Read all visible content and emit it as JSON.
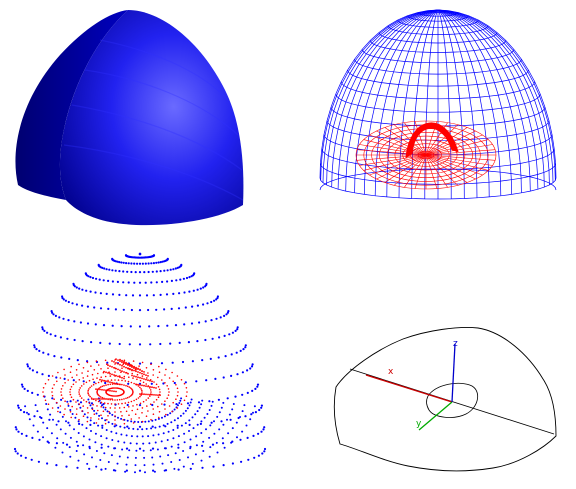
{
  "axes": {
    "x_label": "x",
    "y_label": "y",
    "z_label": "z",
    "x_color": "#cc0000",
    "y_color": "#00aa00",
    "z_color": "#0000cc"
  },
  "colors": {
    "shell": "#0000ff",
    "inner": "#ff0000",
    "outline": "#000000"
  }
}
